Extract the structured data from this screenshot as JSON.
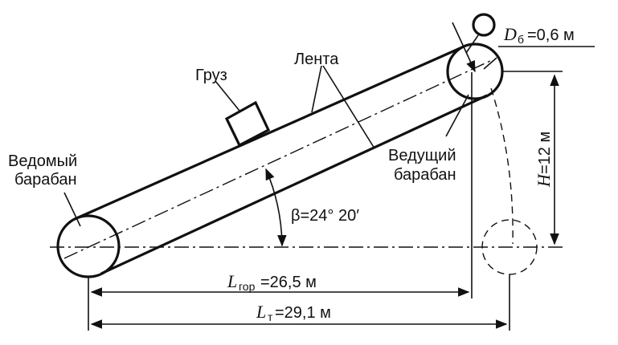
{
  "labels": {
    "load": "Груз",
    "belt": "Лента",
    "driven_drum_line1": "Ведомый",
    "driven_drum_line2": "барабан",
    "drive_drum_line1": "Ведущий",
    "drive_drum_line2": "барабан",
    "angle": "β=24° 20′",
    "height_sym": "H",
    "height_val": "=12 м",
    "diameter_sym": "D",
    "diameter_sub": "б",
    "diameter_val": "=0,6 м",
    "lhor_sym": "L",
    "lhor_sub": "гор",
    "lhor_val": "=26,5 м",
    "lt_sym": "L",
    "lt_sub": "т",
    "lt_val": "=29,1 м"
  }
}
